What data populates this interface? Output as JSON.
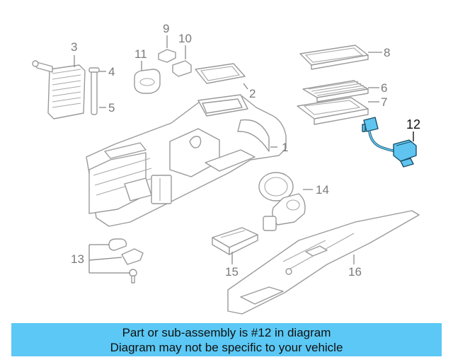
{
  "diagram": {
    "callouts": [
      {
        "label": "1",
        "highlight": false
      },
      {
        "label": "2",
        "highlight": false
      },
      {
        "label": "3",
        "highlight": false
      },
      {
        "label": "4",
        "highlight": false
      },
      {
        "label": "5",
        "highlight": false
      },
      {
        "label": "6",
        "highlight": false
      },
      {
        "label": "7",
        "highlight": false
      },
      {
        "label": "8",
        "highlight": false
      },
      {
        "label": "9",
        "highlight": false
      },
      {
        "label": "10",
        "highlight": false
      },
      {
        "label": "11",
        "highlight": false
      },
      {
        "label": "12",
        "highlight": true
      },
      {
        "label": "13",
        "highlight": false
      },
      {
        "label": "14",
        "highlight": false
      },
      {
        "label": "15",
        "highlight": false
      },
      {
        "label": "16",
        "highlight": false
      }
    ],
    "highlight_color": "#5fc4f0"
  },
  "footer": {
    "line1": "Part or sub-assembly is #12 in diagram",
    "line2": "Diagram may not be specific to your vehicle",
    "background_color": "#5bc8f5"
  }
}
